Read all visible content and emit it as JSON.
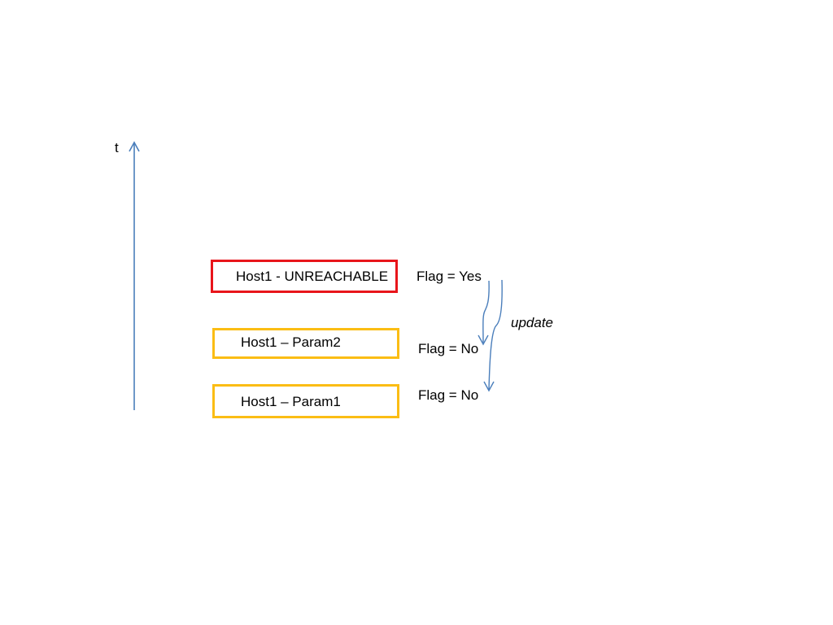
{
  "axis": {
    "label": "t",
    "color": "#4a7ebb"
  },
  "events": [
    {
      "label": "Host1 - UNREACHABLE",
      "border_color": "#e8151b",
      "flag": "Flag = Yes"
    },
    {
      "label": "Host1 – Param2",
      "border_color": "#fbbd14",
      "flag": "Flag = No"
    },
    {
      "label": "Host1 – Param1",
      "border_color": "#fbbd14",
      "flag": "Flag = No"
    }
  ],
  "update_label": "update",
  "connector_color": "#4a7ebb"
}
